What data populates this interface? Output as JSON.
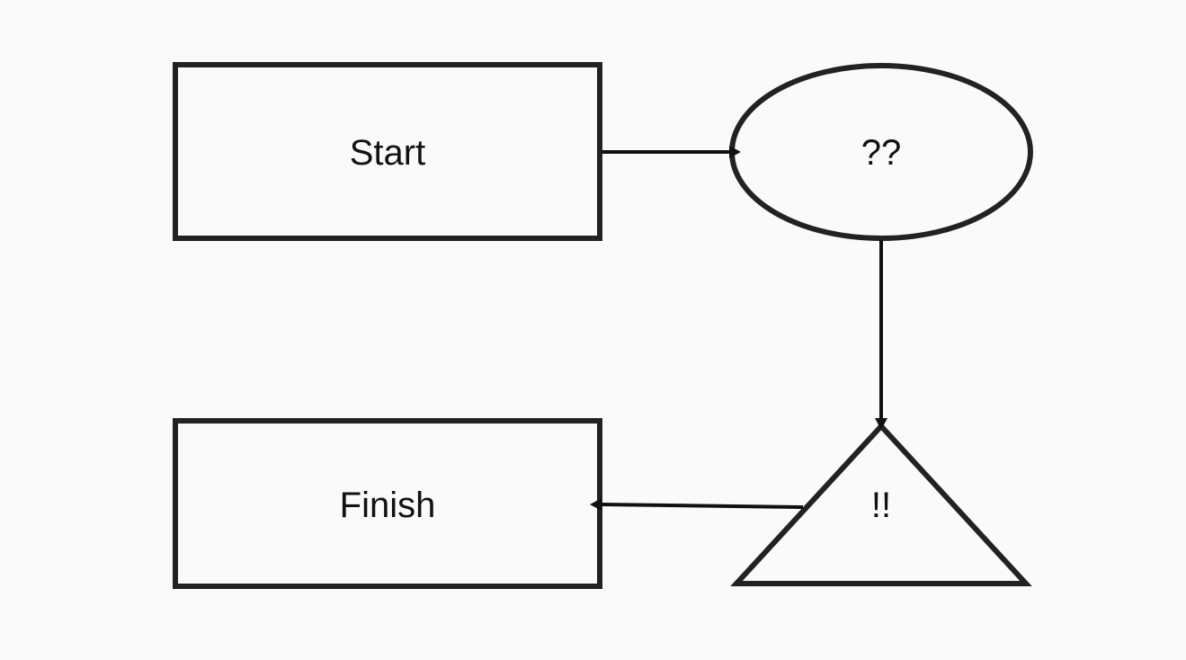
{
  "diagram": {
    "type": "flowchart",
    "nodes": [
      {
        "id": "start",
        "shape": "rectangle",
        "label": "Start"
      },
      {
        "id": "question",
        "shape": "ellipse",
        "label": "??"
      },
      {
        "id": "exclaim",
        "shape": "triangle",
        "label": "!!"
      },
      {
        "id": "finish",
        "shape": "rectangle",
        "label": "Finish"
      }
    ],
    "edges": [
      {
        "from": "start",
        "to": "question"
      },
      {
        "from": "question",
        "to": "exclaim"
      },
      {
        "from": "exclaim",
        "to": "finish"
      }
    ]
  },
  "colors": {
    "background": "#fafafa",
    "stroke": "#222222",
    "text": "#111111"
  }
}
